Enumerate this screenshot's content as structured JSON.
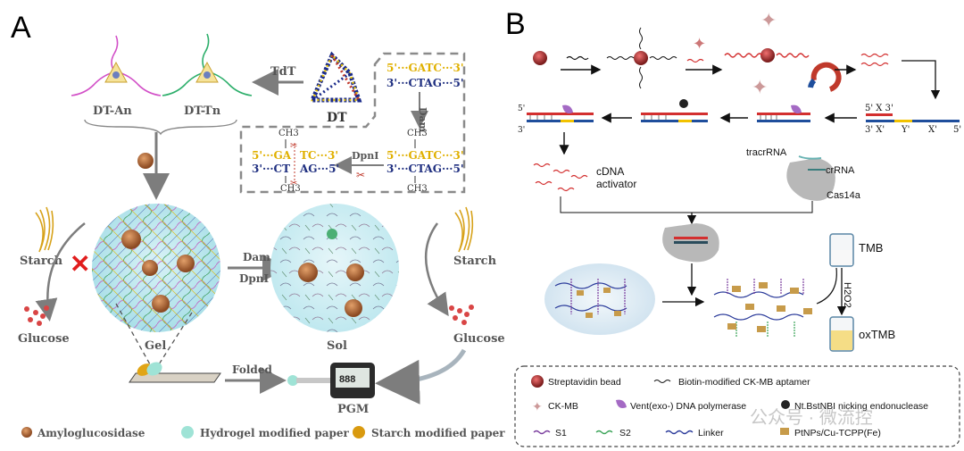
{
  "panel_a": {
    "letter": "A",
    "dt_an": "DT-An",
    "dt_tn": "DT-Tn",
    "tdt": "TdT",
    "dt": "DT",
    "seq_top_1": "5'···GATC···3'",
    "seq_bot_1": "3'···CTAG···5'",
    "dam": "Dam",
    "dpni_arrow": "DpnI",
    "seq_top_2": "5'···GATC···3'",
    "seq_bot_2": "3'···CTAG···5'",
    "ch3_top": "CH3",
    "ch3_bot": "CH3",
    "cut_top": "5'···GA",
    "cut_top_r": "TC···3'",
    "cut_bot": "3'···CT",
    "cut_bot_r": "AG···5'",
    "ch3_top_2": "CH3",
    "ch3_bot_2": "CH3",
    "starch_left": "Starch",
    "glucose_left": "Glucose",
    "gel": "Gel",
    "dam_dpni_1": "Dam",
    "dam_dpni_2": "DpnI",
    "sol": "Sol",
    "starch_right": "Starch",
    "glucose_right": "Glucose",
    "folded": "Folded",
    "pgm": "PGM",
    "legend": {
      "amylo": "Amyloglucosidase",
      "hydrogel": "Hydrogel modified paper",
      "starch": "Starch modified paper"
    }
  },
  "panel_b": {
    "letter": "B",
    "seq_x_top": "5'  X  3'",
    "seq_x_bot": "3'  X'",
    "seq_y": "Y'",
    "seq_x2": "X'",
    "five": "5'",
    "three": "3'",
    "cdna": "cDNA",
    "activator": "activator",
    "tracrrna": "tracrRNA",
    "crrna": "crRNA",
    "cas14a": "Cas14a",
    "tmb": "TMB",
    "h2o2": "H2O2",
    "oxtmb": "oxTMB",
    "legend": {
      "strep": "Streptavidin bead",
      "biotin": "Biotin-modified CK-MB aptamer",
      "ckmb": "CK-MB",
      "vent": "Vent(exo-) DNA polymerase",
      "nick": "Nt.BstNBI nicking endonuclease",
      "s1": "S1",
      "s2": "S2",
      "linker": "Linker",
      "pt": "PtNPs/Cu-TCPP(Fe)"
    },
    "watermark": "公众号 · 微流控"
  },
  "colors": {
    "amylo": "#b5693a",
    "hydrogel": "#9fe3d6",
    "starch": "#d99a0f",
    "dna_red": "#d32f2f",
    "dna_blue": "#1f4e9c",
    "yellow": "#f2c200",
    "purple": "#7a3d9e",
    "green": "#3aa357"
  }
}
